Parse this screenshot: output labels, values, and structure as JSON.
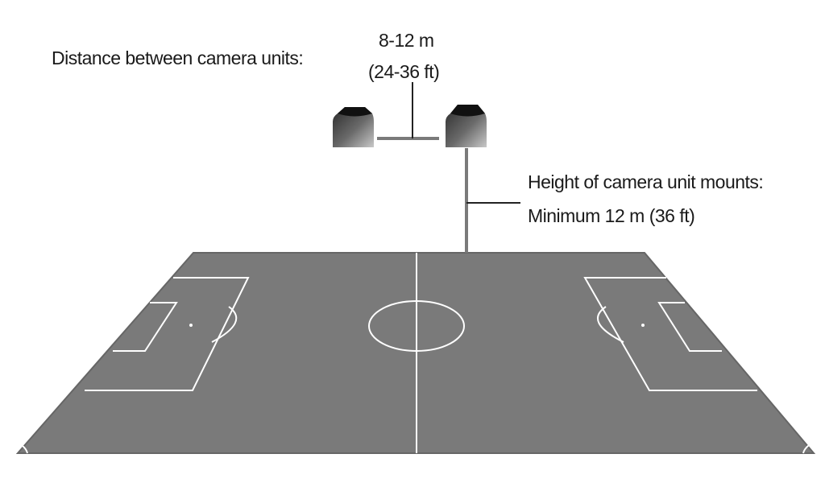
{
  "labels": {
    "distance_title": "Distance between camera units:",
    "distance_metric": "8-12 m",
    "distance_imperial": "(24-36 ft)",
    "height_title": "Height of camera unit mounts:",
    "height_value": "Minimum 12 m (36 ft)"
  },
  "colors": {
    "field": "#7a7a7a",
    "field_lines": "#ffffff",
    "connector": "#555555",
    "camera_top": "#1c1c1c",
    "camera_body_light": "#b8b8b8",
    "text": "#1a1a1a"
  },
  "icons": [
    "camera-unit-icon"
  ]
}
